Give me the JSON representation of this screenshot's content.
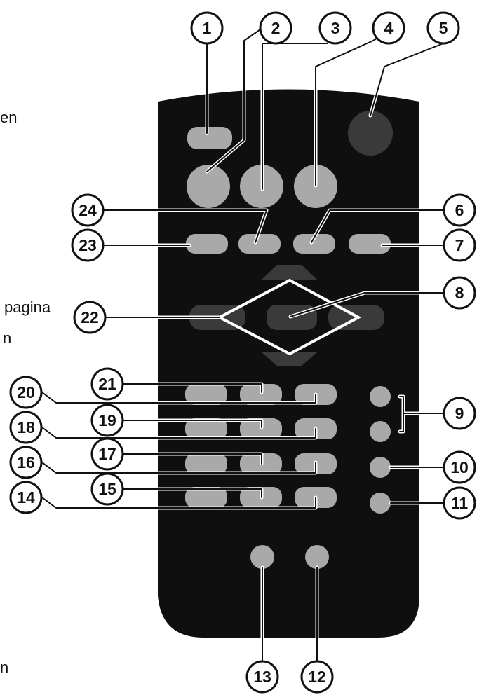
{
  "text_fragments": [
    {
      "id": "frag-1",
      "text": "en"
    },
    {
      "id": "frag-2",
      "text": "pagina"
    },
    {
      "id": "frag-3",
      "text": "n"
    },
    {
      "id": "frag-4",
      "text": "n"
    }
  ],
  "callouts": [
    {
      "id": "c1",
      "label": "1"
    },
    {
      "id": "c2",
      "label": "2"
    },
    {
      "id": "c3",
      "label": "3"
    },
    {
      "id": "c4",
      "label": "4"
    },
    {
      "id": "c5",
      "label": "5"
    },
    {
      "id": "c6",
      "label": "6"
    },
    {
      "id": "c7",
      "label": "7"
    },
    {
      "id": "c8",
      "label": "8"
    },
    {
      "id": "c9",
      "label": "9"
    },
    {
      "id": "c10",
      "label": "10"
    },
    {
      "id": "c11",
      "label": "11"
    },
    {
      "id": "c12",
      "label": "12"
    },
    {
      "id": "c13",
      "label": "13"
    },
    {
      "id": "c14",
      "label": "14"
    },
    {
      "id": "c15",
      "label": "15"
    },
    {
      "id": "c16",
      "label": "16"
    },
    {
      "id": "c17",
      "label": "17"
    },
    {
      "id": "c18",
      "label": "18"
    },
    {
      "id": "c19",
      "label": "19"
    },
    {
      "id": "c20",
      "label": "20"
    },
    {
      "id": "c21",
      "label": "21"
    },
    {
      "id": "c22",
      "label": "22"
    },
    {
      "id": "c23",
      "label": "23"
    },
    {
      "id": "c24",
      "label": "24"
    }
  ],
  "colors": {
    "remote_body": "#0f0f0f",
    "button_light": "#a9a9a9",
    "button_dark": "#3a3a3a",
    "line": "#111111",
    "callout_fill": "#ffffff"
  }
}
